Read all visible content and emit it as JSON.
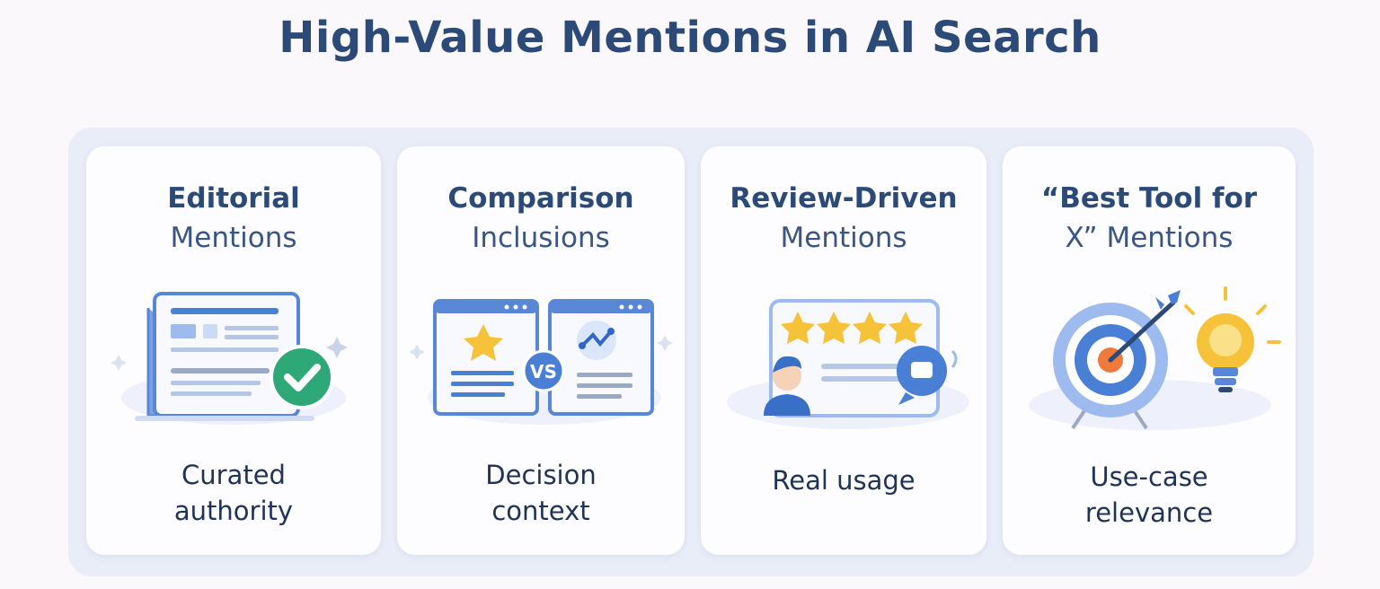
{
  "title": "High-Value Mentions in AI Search",
  "cards": [
    {
      "heading_line1": "Editorial",
      "heading_line2": "Mentions",
      "caption_line1": "Curated",
      "caption_line2": "authority",
      "icon": "newspaper-check-icon"
    },
    {
      "heading_line1": "Comparison",
      "heading_line2": "Inclusions",
      "caption_line1": "Decision",
      "caption_line2": "context",
      "icon": "comparison-vs-icon",
      "badge": "VS"
    },
    {
      "heading_line1": "Review-Driven",
      "heading_line2": "Mentions",
      "caption_line1": "Real usage",
      "caption_line2": "",
      "icon": "star-review-icon"
    },
    {
      "heading_line1": "“Best Tool for",
      "heading_line2": "X” Mentions",
      "caption_line1": "Use-case",
      "caption_line2": "relevance",
      "icon": "target-lightbulb-icon"
    }
  ],
  "colors": {
    "title": "#2b4a78",
    "accent_blue": "#4a7fd6",
    "check_green": "#2ea877",
    "star_yellow": "#f6c23a",
    "target_orange": "#f07a3c"
  }
}
